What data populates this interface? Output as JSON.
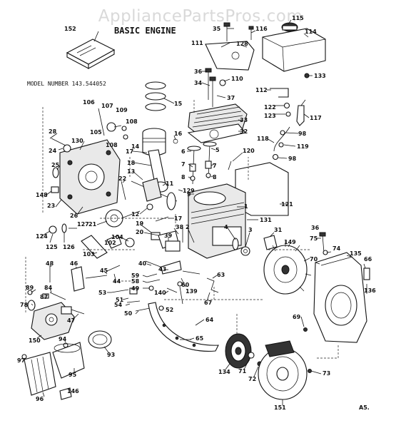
{
  "watermark": "AppliancePartsPros.com",
  "title": "BASIC ENGINE",
  "model_number": "MODEL NUMBER 143.544052",
  "page_ref": "A5.",
  "labels": [
    {
      "key": "115",
      "text": "115"
    },
    {
      "key": "114",
      "text": "114"
    },
    {
      "key": "152",
      "text": "152"
    },
    {
      "key": "35",
      "text": "35"
    },
    {
      "key": "116",
      "text": "116"
    },
    {
      "key": "111",
      "text": "111"
    },
    {
      "key": "128",
      "text": "128"
    },
    {
      "key": "36a",
      "text": "36"
    },
    {
      "key": "110",
      "text": "110"
    },
    {
      "key": "34",
      "text": "34"
    },
    {
      "key": "37",
      "text": "37"
    },
    {
      "key": "133",
      "text": "133"
    },
    {
      "key": "112",
      "text": "112"
    },
    {
      "key": "122",
      "text": "122"
    },
    {
      "key": "123",
      "text": "123"
    },
    {
      "key": "117",
      "text": "117"
    },
    {
      "key": "33",
      "text": "33"
    },
    {
      "key": "32",
      "text": "32"
    },
    {
      "key": "98a",
      "text": "98"
    },
    {
      "key": "118",
      "text": "118"
    },
    {
      "key": "119",
      "text": "119"
    },
    {
      "key": "98b",
      "text": "98"
    },
    {
      "key": "106",
      "text": "106"
    },
    {
      "key": "107",
      "text": "107"
    },
    {
      "key": "109",
      "text": "109"
    },
    {
      "key": "108a",
      "text": "108"
    },
    {
      "key": "105",
      "text": "105"
    },
    {
      "key": "108b",
      "text": "108"
    },
    {
      "key": "15",
      "text": "15"
    },
    {
      "key": "28",
      "text": "28"
    },
    {
      "key": "24",
      "text": "24"
    },
    {
      "key": "130",
      "text": "130"
    },
    {
      "key": "16",
      "text": "16"
    },
    {
      "key": "14",
      "text": "14"
    },
    {
      "key": "6",
      "text": "6"
    },
    {
      "key": "5",
      "text": "5"
    },
    {
      "key": "120",
      "text": "120"
    },
    {
      "key": "17",
      "text": "17"
    },
    {
      "key": "18",
      "text": "18"
    },
    {
      "key": "13",
      "text": "13"
    },
    {
      "key": "7a",
      "text": "7"
    },
    {
      "key": "8a",
      "text": "8"
    },
    {
      "key": "7b",
      "text": "7"
    },
    {
      "key": "8b",
      "text": "8"
    },
    {
      "key": "25",
      "text": "25"
    },
    {
      "key": "22",
      "text": "22"
    },
    {
      "key": "11",
      "text": "11"
    },
    {
      "key": "148",
      "text": "148"
    },
    {
      "key": "23",
      "text": "23"
    },
    {
      "key": "129",
      "text": "129"
    },
    {
      "key": "9",
      "text": "9"
    },
    {
      "key": "1",
      "text": "1"
    },
    {
      "key": "121",
      "text": "121"
    },
    {
      "key": "26",
      "text": "26"
    },
    {
      "key": "21",
      "text": "21"
    },
    {
      "key": "12",
      "text": "12"
    },
    {
      "key": "127",
      "text": "127"
    },
    {
      "key": "124",
      "text": "124"
    },
    {
      "key": "17b",
      "text": "17"
    },
    {
      "key": "131",
      "text": "131"
    },
    {
      "key": "125",
      "text": "125"
    },
    {
      "key": "126",
      "text": "126"
    },
    {
      "key": "19",
      "text": "19"
    },
    {
      "key": "20",
      "text": "20"
    },
    {
      "key": "38",
      "text": "38"
    },
    {
      "key": "2",
      "text": "2"
    },
    {
      "key": "4",
      "text": "4"
    },
    {
      "key": "3",
      "text": "3"
    },
    {
      "key": "31",
      "text": "31"
    },
    {
      "key": "104",
      "text": "104"
    },
    {
      "key": "39",
      "text": "39"
    },
    {
      "key": "36b",
      "text": "36"
    },
    {
      "key": "75",
      "text": "75"
    },
    {
      "key": "74",
      "text": "74"
    },
    {
      "key": "70",
      "text": "70"
    },
    {
      "key": "149",
      "text": "149"
    },
    {
      "key": "103",
      "text": "103"
    },
    {
      "key": "102",
      "text": "102"
    },
    {
      "key": "40",
      "text": "40"
    },
    {
      "key": "43",
      "text": "43"
    },
    {
      "key": "135",
      "text": "135"
    },
    {
      "key": "66",
      "text": "66"
    },
    {
      "key": "48",
      "text": "48"
    },
    {
      "key": "46",
      "text": "46"
    },
    {
      "key": "45",
      "text": "45"
    },
    {
      "key": "44",
      "text": "44"
    },
    {
      "key": "59",
      "text": "59"
    },
    {
      "key": "58",
      "text": "58"
    },
    {
      "key": "49",
      "text": "49"
    },
    {
      "key": "60",
      "text": "60"
    },
    {
      "key": "63",
      "text": "63"
    },
    {
      "key": "136",
      "text": "136"
    },
    {
      "key": "89",
      "text": "89"
    },
    {
      "key": "84",
      "text": "84"
    },
    {
      "key": "53",
      "text": "53"
    },
    {
      "key": "51",
      "text": "51"
    },
    {
      "key": "140",
      "text": "140"
    },
    {
      "key": "139",
      "text": "139"
    },
    {
      "key": "54",
      "text": "54"
    },
    {
      "key": "67",
      "text": "67"
    },
    {
      "key": "78",
      "text": "78"
    },
    {
      "key": "87",
      "text": "87"
    },
    {
      "key": "52",
      "text": "52"
    },
    {
      "key": "50",
      "text": "50"
    },
    {
      "key": "47",
      "text": "47"
    },
    {
      "key": "64",
      "text": "64"
    },
    {
      "key": "69",
      "text": "69"
    },
    {
      "key": "150",
      "text": "150"
    },
    {
      "key": "94",
      "text": "94"
    },
    {
      "key": "93",
      "text": "93"
    },
    {
      "key": "65",
      "text": "65"
    },
    {
      "key": "97",
      "text": "97"
    },
    {
      "key": "95",
      "text": "95"
    },
    {
      "key": "134",
      "text": "134"
    },
    {
      "key": "71",
      "text": "71"
    },
    {
      "key": "72",
      "text": "72"
    },
    {
      "key": "73",
      "text": "73"
    },
    {
      "key": "96",
      "text": "96"
    },
    {
      "key": "146",
      "text": "146"
    },
    {
      "key": "151",
      "text": "151"
    }
  ]
}
